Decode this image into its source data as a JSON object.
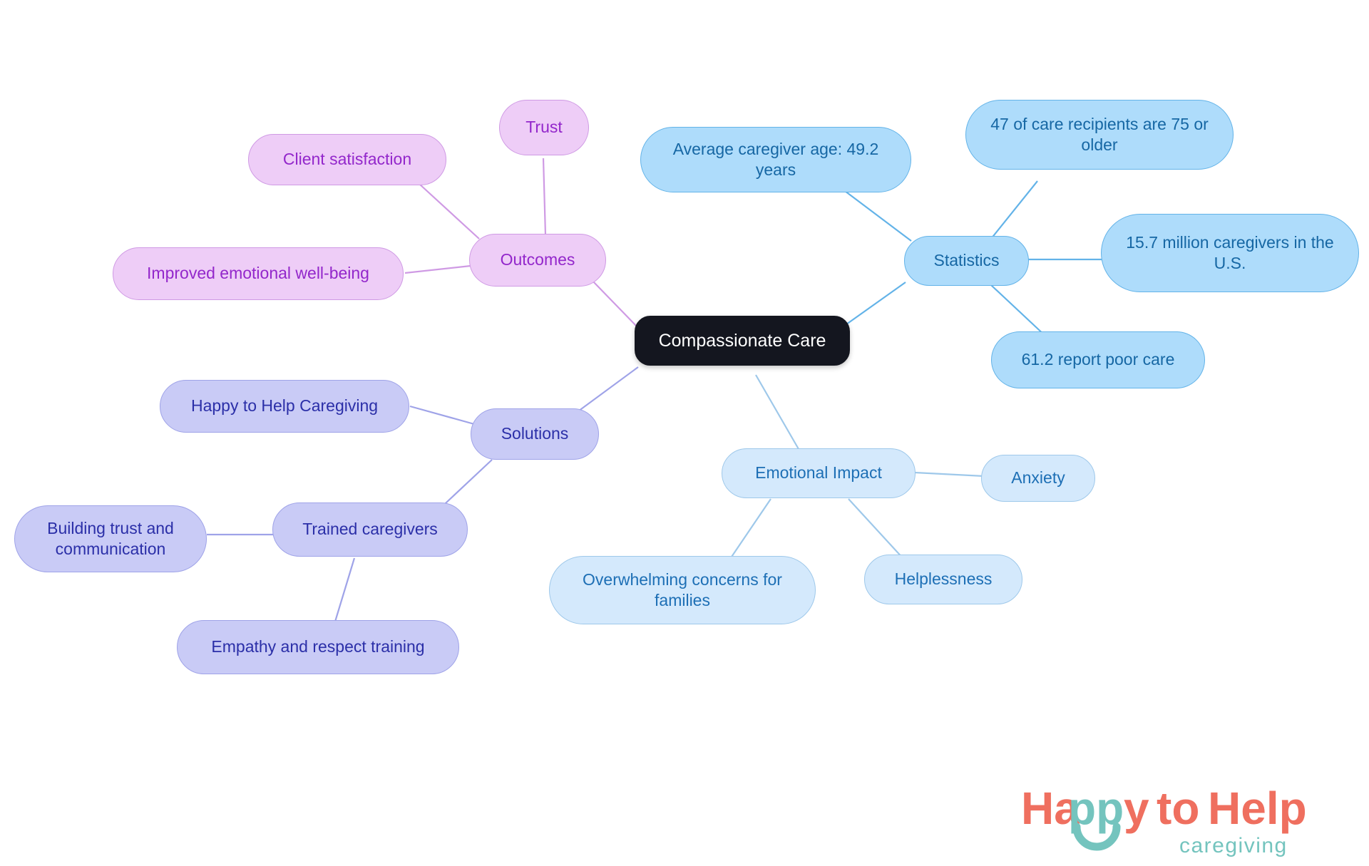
{
  "diagram": {
    "type": "mind-map",
    "title": "Compassionate Care",
    "background": "#ffffff",
    "root": {
      "id": "root",
      "label": "Compassionate Care",
      "fill": "#14161f",
      "text": "#ffffff"
    },
    "branches": [
      {
        "id": "statistics",
        "label": "Statistics",
        "color": "#63b3e8",
        "fill": "#aedcfb",
        "text": "#1667a4",
        "children": [
          {
            "id": "stat-age",
            "label": "Average caregiver age: 49.2 years"
          },
          {
            "id": "stat-75older",
            "label": "47 of care recipients are 75 or older"
          },
          {
            "id": "stat-157m",
            "label": "15.7 million caregivers in the U.S."
          },
          {
            "id": "stat-poorcare",
            "label": "61.2 report poor care"
          }
        ]
      },
      {
        "id": "emotional-impact",
        "label": "Emotional Impact",
        "color": "#9ec8ea",
        "fill": "#d4e9fc",
        "text": "#1d6fb5",
        "children": [
          {
            "id": "emo-anxiety",
            "label": "Anxiety"
          },
          {
            "id": "emo-helplessness",
            "label": "Helplessness"
          },
          {
            "id": "emo-overwhelming",
            "label": "Overwhelming concerns for families"
          }
        ]
      },
      {
        "id": "solutions",
        "label": "Solutions",
        "color": "#9fa3e8",
        "fill": "#c9cbf6",
        "text": "#2b2fa8",
        "children": [
          {
            "id": "sol-hth",
            "label": "Happy to Help Caregiving"
          },
          {
            "id": "sol-trained",
            "label": "Trained caregivers"
          },
          {
            "id": "sol-building-trust",
            "label": "Building trust and communication"
          },
          {
            "id": "sol-empathy",
            "label": "Empathy and respect training"
          }
        ]
      },
      {
        "id": "outcomes",
        "label": "Outcomes",
        "color": "#cf9ae4",
        "fill": "#eecdf7",
        "text": "#9327cb",
        "children": [
          {
            "id": "out-trust",
            "label": "Trust"
          },
          {
            "id": "out-client-sat",
            "label": "Client satisfaction"
          },
          {
            "id": "out-wellbeing",
            "label": "Improved emotional well-being"
          }
        ]
      }
    ]
  },
  "logo": {
    "word1": "Happy",
    "word1_a": "Ha",
    "word1_b": "pp",
    "word1_c": "y",
    "word2": "to",
    "word3": "Help",
    "tagline": "caregiving",
    "coral": "#ef6f5f",
    "teal": "#74c4be"
  }
}
